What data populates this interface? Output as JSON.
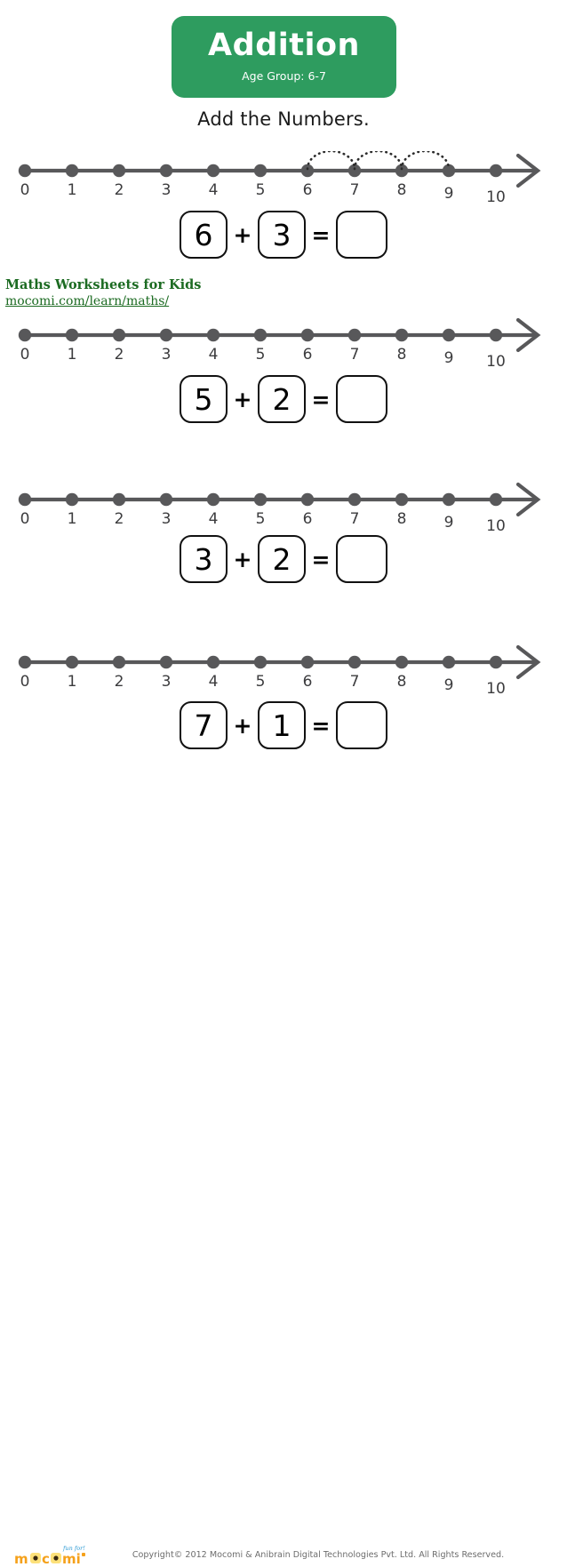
{
  "header": {
    "title": "Addition",
    "subtitle": "Age Group: 6-7",
    "badge_color": "#2e9c5f",
    "text_color": "#ffffff"
  },
  "instruction": "Add the Numbers.",
  "numberline": {
    "ticks": [
      "0",
      "1",
      "2",
      "3",
      "4",
      "5",
      "6",
      "7",
      "8",
      "9",
      "10"
    ],
    "min": 0,
    "max": 10,
    "dot_color": "#58585a",
    "line_color": "#58585a",
    "arrow": "right-arrow"
  },
  "watermark": {
    "title": "Maths Worksheets for Kids",
    "link": "mocomi.com/learn/maths/",
    "color": "#1c6b22"
  },
  "problems": [
    {
      "index": 1,
      "addend_a": "6",
      "addend_b": "3",
      "answer": "",
      "plus": "+",
      "equals": "=",
      "hops": [
        {
          "from": 6,
          "to": 7
        },
        {
          "from": 7,
          "to": 8
        },
        {
          "from": 8,
          "to": 9
        }
      ]
    },
    {
      "index": 2,
      "addend_a": "5",
      "addend_b": "2",
      "answer": "",
      "plus": "+",
      "equals": "=",
      "hops": []
    },
    {
      "index": 3,
      "addend_a": "3",
      "addend_b": "2",
      "answer": "",
      "plus": "+",
      "equals": "=",
      "hops": []
    },
    {
      "index": 4,
      "addend_a": "7",
      "addend_b": "1",
      "answer": "",
      "plus": "+",
      "equals": "=",
      "hops": []
    }
  ],
  "footer": {
    "copyright": "Copyright© 2012 Mocomi & Anibrain Digital Technologies Pvt. Ltd. All Rights Reserved.",
    "logo_text": "mocomi",
    "logo_tagline": "fun for!",
    "logo_color": "#f5a11b",
    "logo_accent": "#fde17a",
    "logo_tagline_color": "#2f9bd4"
  }
}
